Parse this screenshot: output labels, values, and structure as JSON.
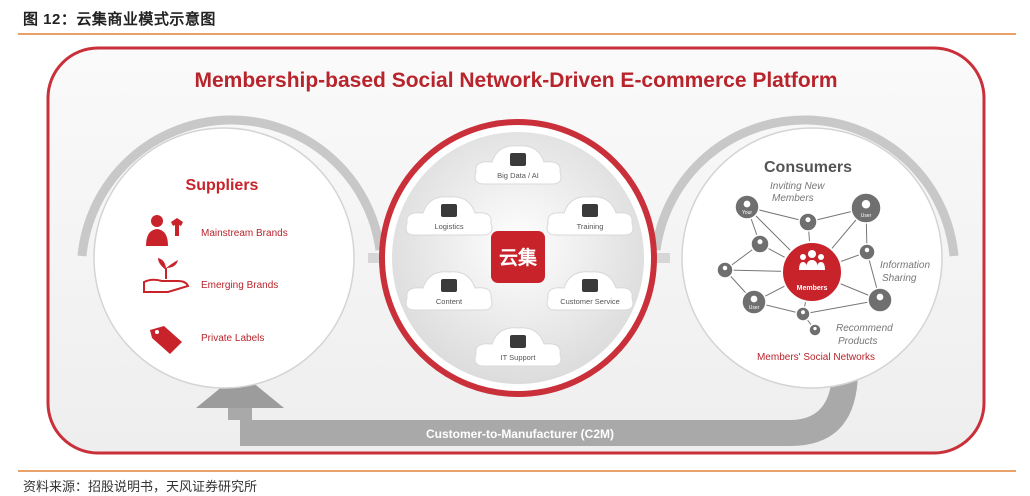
{
  "figure_title": "图 12：云集商业模式示意图",
  "source": "资料来源：招股说明书，天风证券研究所",
  "diagram": {
    "title": "Membership-based Social Network-Driven E-commerce Platform",
    "suppliers": {
      "heading": "Suppliers",
      "items": [
        {
          "label": "Mainstream Brands",
          "icon": "brand-person-icon"
        },
        {
          "label": "Emerging Brands",
          "icon": "sprout-hand-icon"
        },
        {
          "label": "Private Labels",
          "icon": "price-tag-icon"
        }
      ]
    },
    "center": {
      "logo": "云集",
      "services": [
        "Big Data / AI",
        "Logistics",
        "Training",
        "Content",
        "Customer Service",
        "IT Support"
      ]
    },
    "consumers": {
      "heading": "Consumers",
      "inviting": [
        "Inviting New",
        "Members"
      ],
      "info": [
        "Information",
        "Sharing"
      ],
      "recommend": [
        "Recommend",
        "Products"
      ],
      "members": "Members",
      "network": "Members' Social Networks",
      "node_labels": [
        "Your",
        "User",
        "User"
      ]
    },
    "c2m": "Customer-to-Manufacturer (C2M)"
  },
  "colors": {
    "accent_red": "#c8232a",
    "frame_red": "#c9303a",
    "gray_arrow": "#a9a9a9",
    "rule_orange": "#e8a26a"
  }
}
